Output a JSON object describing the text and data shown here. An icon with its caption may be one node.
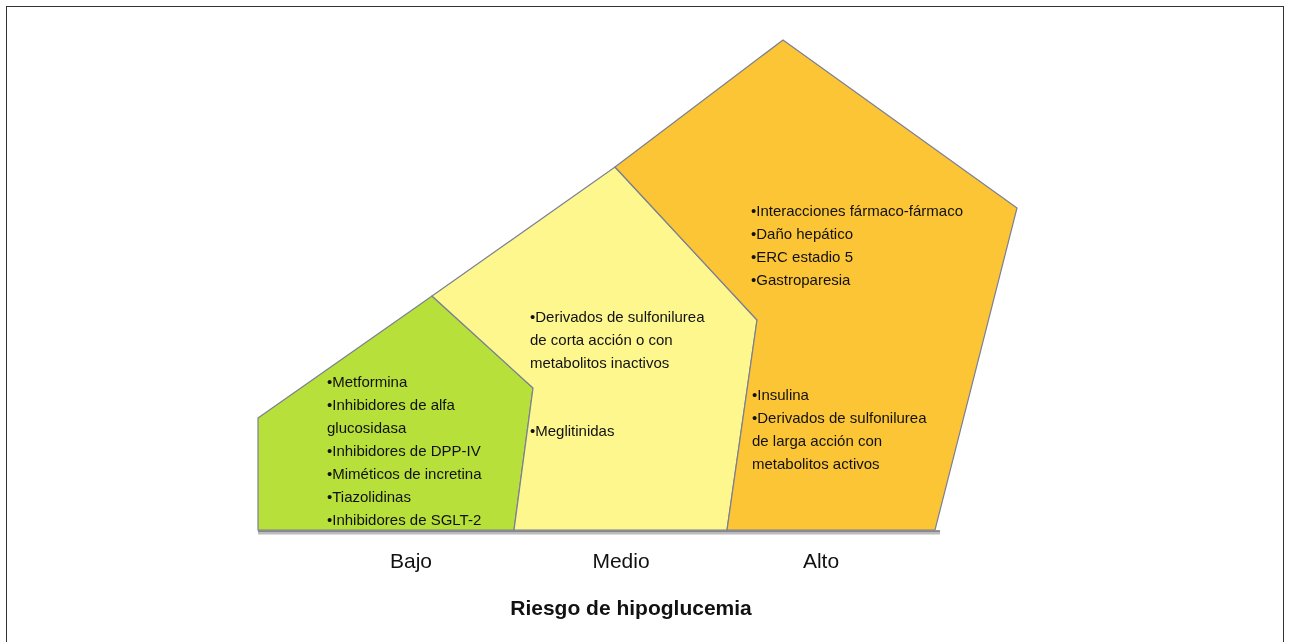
{
  "diagram": {
    "nodes": [
      {
        "text": [
          "•Metformina",
          "•Inhibidores de alfa glucosidasa",
          "•Inhibidores de DPP-IV",
          "•Miméticos de incretina",
          "•Tiazolidinas",
          "•Inhibidores de SGLT-2"
        ]
      },
      {
        "text": [
          "•Derivados de sulfonilurea de corta acción o con metabolitos inactivos",
          "•Meglitinidas"
        ]
      },
      {
        "text": [
          "•Interacciones fármaco-fármaco",
          "•Daño hepático",
          "•ERC estadio 5",
          "•Gastroparesia",
          "•Insulina",
          "•Derivados de sulfonilurea de larga acción con metabolitos activos"
        ]
      }
    ],
    "edges": [],
    "labels": [
      "Bajo",
      "Medio",
      "Alto",
      "Riesgo de hipoglucemia"
    ]
  }
}
